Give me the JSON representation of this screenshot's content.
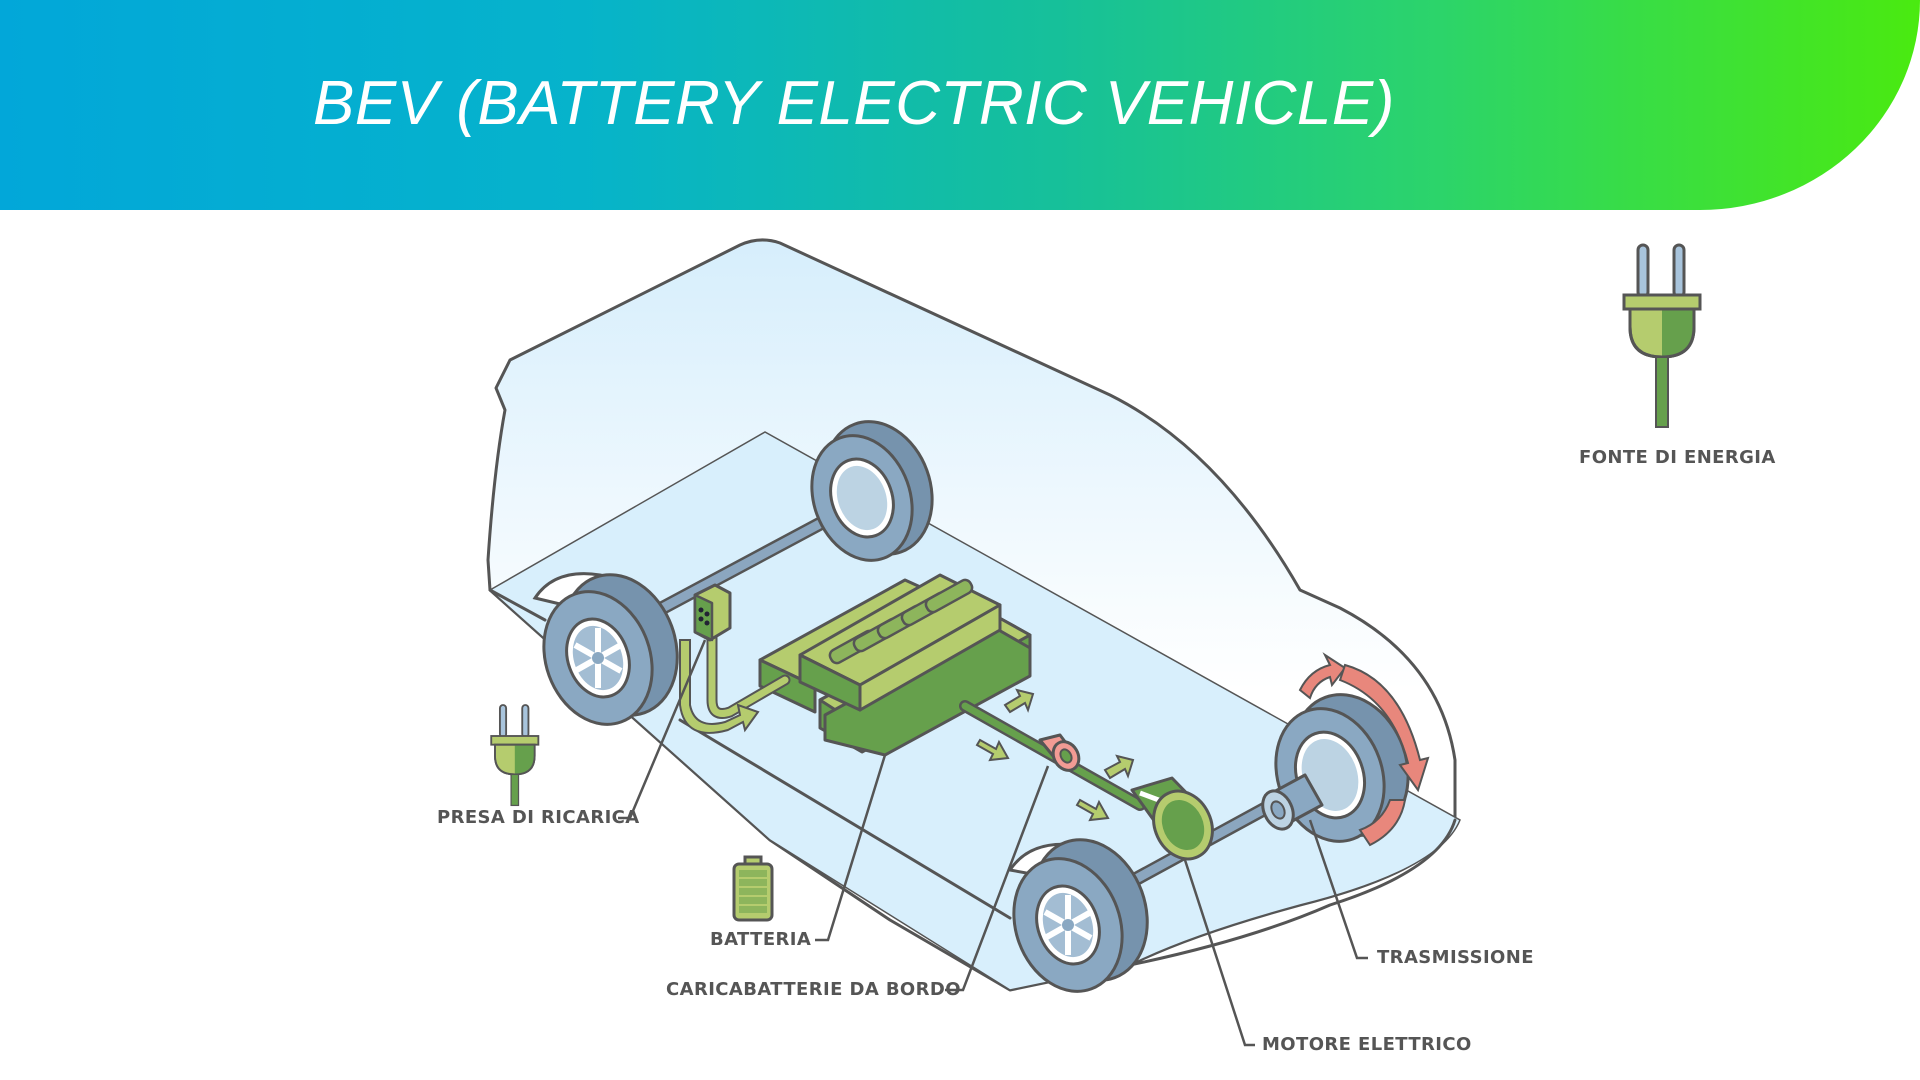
{
  "header": {
    "title": "BEV (BATTERY ELECTRIC VEHICLE)",
    "gradient_start": "#02a7d9",
    "gradient_end": "#4aea10"
  },
  "legend": {
    "power_source_label": "FONTE DI ENERGIA",
    "power_source_icon": "plug-icon"
  },
  "components": [
    {
      "id": "charging-port",
      "label": "PRESA DI RICARICA",
      "icon": "plug-icon"
    },
    {
      "id": "battery",
      "label": "BATTERIA",
      "icon": "battery-icon"
    },
    {
      "id": "onboard-charger",
      "label": "CARICABATTERIE DA BORDO"
    },
    {
      "id": "transmission",
      "label": "TRASMISSIONE"
    },
    {
      "id": "electric-motor",
      "label": "MOTORE ELETTRICO"
    }
  ],
  "colors": {
    "car_body_fill": "#d8effc",
    "outline": "#555555",
    "green_light": "#b5cc6e",
    "green_dark": "#66a04c",
    "tire_blue": "#8aa8c2",
    "rotation_arrows": "#e8877c",
    "inverter_pink": "#f29b94"
  }
}
